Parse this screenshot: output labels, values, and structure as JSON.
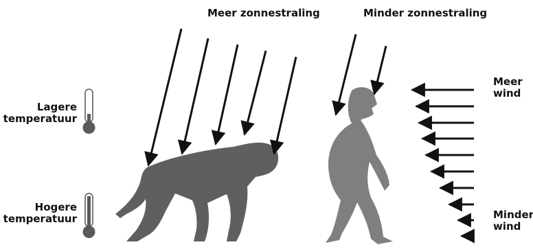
{
  "labels": {
    "more_sun": "Meer zonnestraling",
    "less_sun": "Minder zonnestraling",
    "lower_temp": [
      "Lagere",
      "temperatuur"
    ],
    "higher_temp": [
      "Hogere",
      "temperatuur"
    ],
    "more_wind": [
      "Meer",
      "wind"
    ],
    "less_wind": [
      "Minder",
      "wind"
    ]
  },
  "icons": [
    "thermometer-icon",
    "thermometer-icon"
  ],
  "colors": {
    "quadruped": "#5f5f5f",
    "biped": "#7f7f7f",
    "arrows": "#111111"
  }
}
